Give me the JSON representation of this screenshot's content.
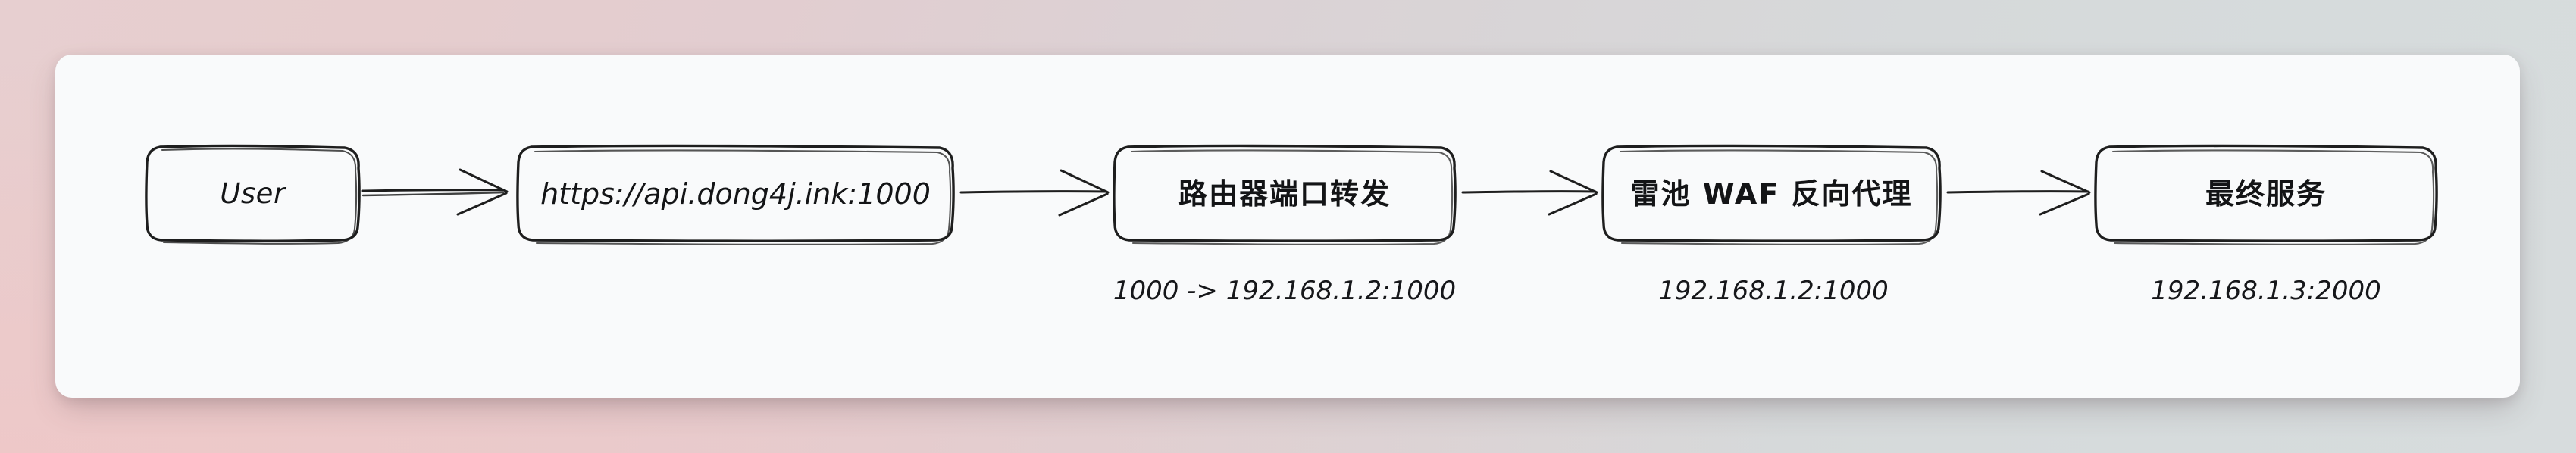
{
  "canvas": {
    "background_gradient_from": "#e7cfd0",
    "background_gradient_to": "#d7dcdd",
    "card_color": "#f9fafb",
    "stroke_color": "#1e1e1e"
  },
  "diagram": {
    "type": "flowchart",
    "direction": "left-to-right",
    "style": "hand-drawn",
    "nodes": [
      {
        "id": "user",
        "label": "User",
        "script": "latin"
      },
      {
        "id": "endpoint",
        "label": "https://api.dong4j.ink:1000",
        "script": "latin"
      },
      {
        "id": "router",
        "label": "路由器端口转发",
        "script": "cjk"
      },
      {
        "id": "waf",
        "label": "雷池 WAF 反向代理",
        "script": "cjk"
      },
      {
        "id": "service",
        "label": "最终服务",
        "script": "cjk"
      }
    ],
    "edges": [
      {
        "from": "user",
        "to": "endpoint"
      },
      {
        "from": "endpoint",
        "to": "router"
      },
      {
        "from": "router",
        "to": "waf"
      },
      {
        "from": "waf",
        "to": "service"
      }
    ],
    "captions": [
      {
        "id": "router-caption",
        "for": "router",
        "text": "1000 -> 192.168.1.2:1000"
      },
      {
        "id": "waf-caption",
        "for": "waf",
        "text": "192.168.1.2:1000"
      },
      {
        "id": "service-caption",
        "for": "service",
        "text": "192.168.1.3:2000"
      }
    ]
  }
}
